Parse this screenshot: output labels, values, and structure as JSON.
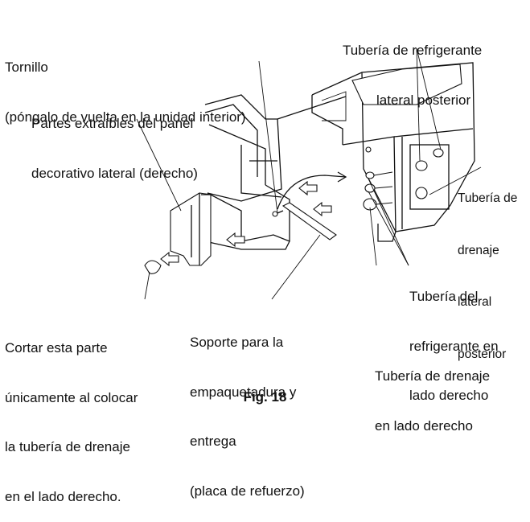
{
  "labels": {
    "screw": [
      "Tornillo",
      "(póngalo de vuelta en la unidad interior)"
    ],
    "removable_parts": [
      "Partes extraíbles del panel",
      "decorativo lateral (derecho)"
    ],
    "rear_refrigerant_pipe": [
      "Tubería de refrigerante",
      "lateral posterior"
    ],
    "rear_drain_pipe": [
      "Tubería de",
      "drenaje",
      "lateral",
      "posterior"
    ],
    "right_refrigerant_pipe": [
      "Tubería del",
      "refrigerante en",
      "lado derecho"
    ],
    "right_drain_pipe": [
      "Tubería de drenaje",
      "en lado derecho"
    ],
    "cut_note": [
      "Cortar esta parte",
      "únicamente al colocar",
      "la tubería de drenaje",
      "en el lado derecho."
    ],
    "bracket": [
      "Soporte para la",
      "empaquetadura y",
      "entrega",
      "(placa de refuerzo)"
    ]
  },
  "figure_caption": "Fig. 18",
  "colors": {
    "line": "#111111",
    "background": "#ffffff"
  }
}
